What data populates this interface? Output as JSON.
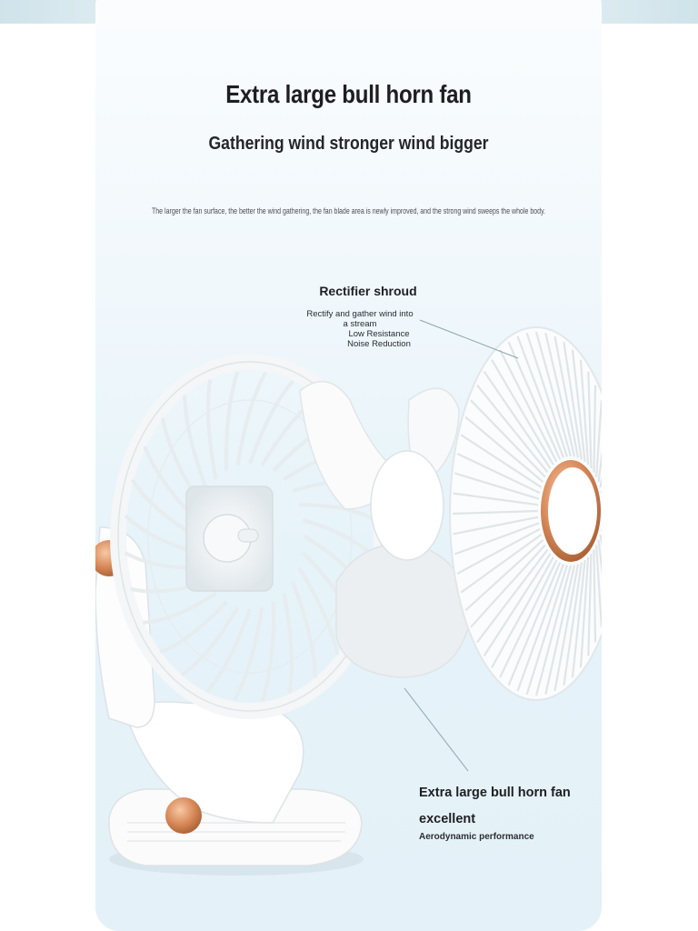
{
  "heading": {
    "title": "Extra large bull horn fan",
    "subtitle": "Gathering wind stronger wind bigger",
    "description": "The larger the fan surface, the better the wind gathering, the fan blade area is newly improved, and the strong wind sweeps the whole body."
  },
  "callout_top": {
    "title": "Rectifier shroud",
    "line1": "Rectify and gather wind into a stream",
    "line2": "Low Resistance Noise Reduction"
  },
  "callout_bottom": {
    "title_line1": "Extra large bull horn fan",
    "title_line2": "excellent",
    "subtitle": "Aerodynamic performance"
  },
  "colors": {
    "background": "#e8f4fa",
    "fan_body": "#ffffff",
    "accent_copper": "#d98a5a"
  }
}
